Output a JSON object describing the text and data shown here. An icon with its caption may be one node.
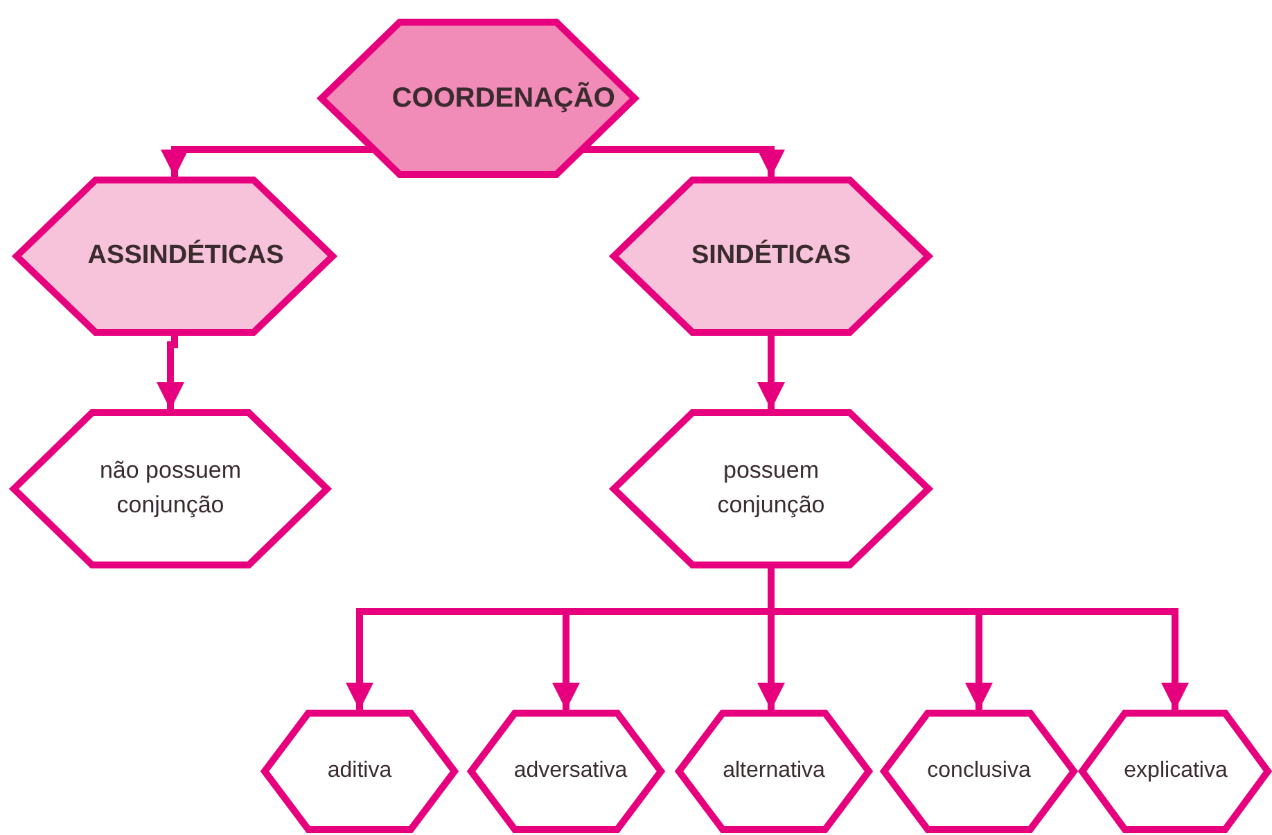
{
  "diagram": {
    "nodes": [
      {
        "text": [
          "COORDENAÇÃO"
        ]
      },
      {
        "text": [
          "ASSINDÉTICAS"
        ]
      },
      {
        "text": [
          "SINDÉTICAS"
        ]
      },
      {
        "text": [
          "não possuem conjunção"
        ]
      },
      {
        "text": [
          "possuem conjunção"
        ]
      },
      {
        "text": [
          "aditiva"
        ]
      },
      {
        "text": [
          "adversativa"
        ]
      },
      {
        "text": [
          "alternativa"
        ]
      },
      {
        "text": [
          "conclusiva"
        ]
      },
      {
        "text": [
          "explicativa"
        ]
      }
    ],
    "edges": [
      {
        "from": 0,
        "to": 1,
        "arrow": "to"
      },
      {
        "from": 0,
        "to": 2,
        "arrow": "to"
      },
      {
        "from": 1,
        "to": 3,
        "arrow": "to"
      },
      {
        "from": 2,
        "to": 4,
        "arrow": "to"
      },
      {
        "from": 4,
        "to": 5,
        "arrow": "to"
      },
      {
        "from": 4,
        "to": 6,
        "arrow": "to"
      },
      {
        "from": 4,
        "to": 7,
        "arrow": "to"
      },
      {
        "from": 4,
        "to": 8,
        "arrow": "to"
      },
      {
        "from": 4,
        "to": 9,
        "arrow": "to"
      }
    ]
  }
}
